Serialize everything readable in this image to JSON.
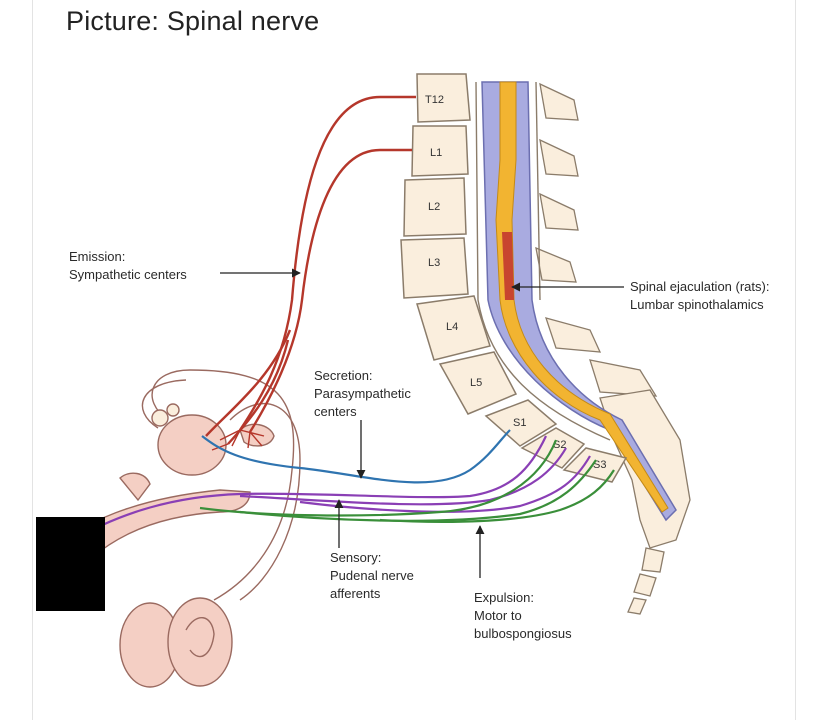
{
  "page": {
    "title": "Picture: Spinal nerve"
  },
  "diagram": {
    "vertebrae": [
      "T12",
      "L1",
      "L2",
      "L3",
      "L4",
      "L5",
      "S1",
      "S2",
      "S3"
    ],
    "labels": {
      "emission": [
        "Emission:",
        "Sympathetic centers"
      ],
      "spinal_ejaculation": [
        "Spinal ejaculation (rats):",
        "Lumbar spinothalamics"
      ],
      "secretion": [
        "Secretion:",
        "Parasympathetic",
        "centers"
      ],
      "sensory": [
        "Sensory:",
        "Pudenal nerve",
        "afferents"
      ],
      "expulsion": [
        "Expulsion:",
        "Motor to",
        "bulbospongiosus"
      ]
    },
    "colors": {
      "sympathetic": "#b5372b",
      "parasympathetic": "#2f74b0",
      "sensory": "#8a3fb5",
      "motor": "#3a8f3a",
      "cord": "#a9abe0",
      "cord_center": "#f2b431",
      "bone": "#faeedd",
      "bone_outline": "#8b7c6a",
      "organ": "#f4cfc4"
    }
  }
}
